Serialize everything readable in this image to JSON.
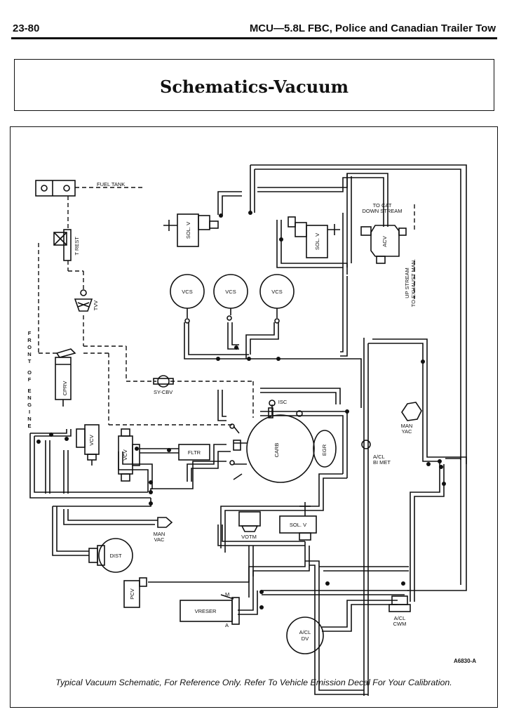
{
  "header": {
    "page_number": "23-80",
    "section_title": "MCU—5.8L FBC, Police and Canadian Trailer Tow"
  },
  "title": "Schematics-Vacuum",
  "diagram": {
    "labels": {
      "fuel_tank": "FUEL TANK",
      "t_rest": "T REST",
      "tvv": "TVV",
      "front_of_engine": "FRONT OF ENGINE",
      "cprv": "CPRV",
      "sy_cbv": "SY-CBV",
      "vcv": "VCV",
      "fltr": "FLTR",
      "carb": "CARB",
      "egr": "EGR",
      "isc": "ISC",
      "vcs": "VCS",
      "sol_v": "SOL. V",
      "acv": "ACV",
      "to_cat_down_stream_1": "TO CAT",
      "to_cat_down_stream_2": "DOWN STREAM",
      "upstream_1": "UP STREAM",
      "upstream_2": "TO EXHAUST MAN.",
      "man_yac_1": "MAN",
      "man_yac_2": "YAC",
      "acl_bimet_1": "A/CL",
      "acl_bimet_2": "BI MET",
      "man_vac_1": "MAN",
      "man_vac_2": "VAC",
      "dist": "DIST",
      "pcv": "PCV",
      "votm": "VOTM",
      "vreser": "VRESER",
      "m": "M",
      "a": "A",
      "acl_dv_1": "A/CL",
      "acl_dv_2": "DV",
      "acl_cwm_1": "A/CL",
      "acl_cwm_2": "CWM"
    },
    "figure_id": "A6830-A",
    "caption": "Typical Vacuum Schematic, For Reference Only. Refer To Vehicle Emission Decal For Your Calibration."
  }
}
